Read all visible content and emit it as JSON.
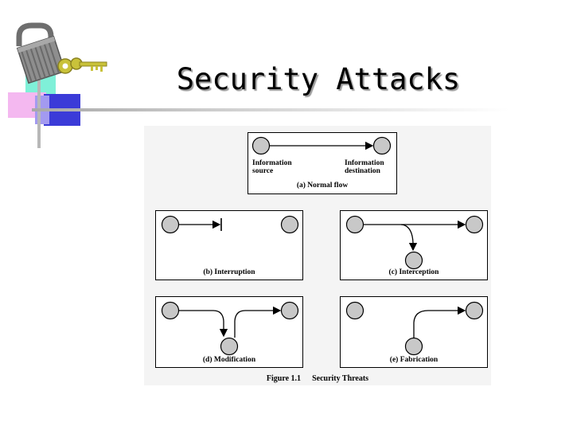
{
  "slide": {
    "title": "Security Attacks"
  },
  "decoration": {
    "icons": [
      "padlock-icon",
      "key-icon"
    ],
    "colors": {
      "cyan": "#7ff0d8",
      "pink": "#f4b8f0",
      "blue": "#3b3bd8",
      "lilac": "#a39af0",
      "lock_gray": "#8a8a8a",
      "key_gold": "#c9c23a"
    }
  },
  "figure": {
    "caption_number": "Figure 1.1",
    "caption_text": "Security Threats",
    "node_fill": "#c8c8c8",
    "panels": [
      {
        "id": "normal-flow",
        "caption": "(a) Normal flow",
        "source_label_line1": "Information",
        "source_label_line2": "source",
        "destination_label_line1": "Information",
        "destination_label_line2": "destination"
      },
      {
        "id": "interruption",
        "caption": "(b) Interruption"
      },
      {
        "id": "interception",
        "caption": "(c) Interception"
      },
      {
        "id": "modification",
        "caption": "(d) Modification"
      },
      {
        "id": "fabrication",
        "caption": "(e) Fabrication"
      }
    ]
  }
}
